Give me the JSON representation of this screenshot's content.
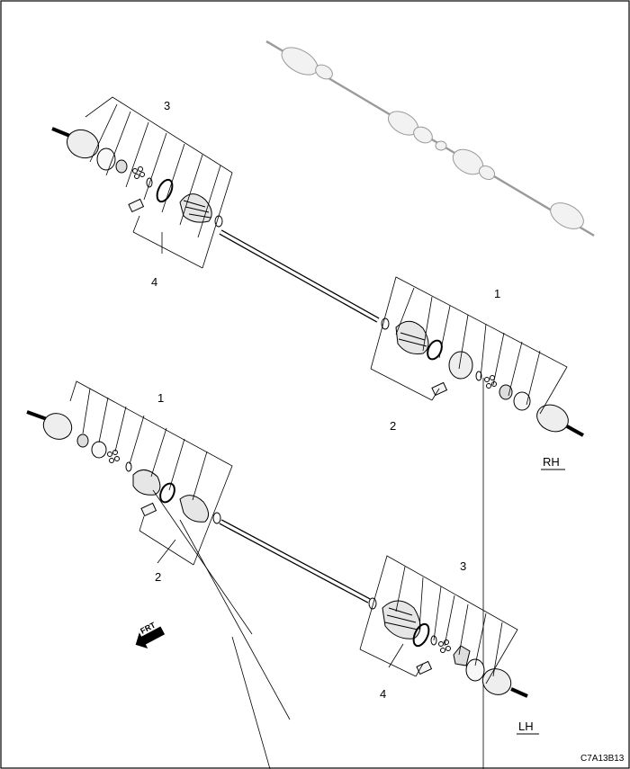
{
  "callouts": {
    "rh_top_3": "3",
    "rh_top_4": "4",
    "rh_right_1": "1",
    "rh_right_2": "2",
    "lh_left_1": "1",
    "lh_left_2": "2",
    "lh_right_3": "3",
    "lh_right_4": "4"
  },
  "side_labels": {
    "rh": "RH",
    "lh": "LH"
  },
  "front_arrow_label": "FRT",
  "figure_code": "C7A13B13",
  "colors": {
    "line": "#000000",
    "ghost": "#9a9a9a",
    "boot_fill": "#e6e6e6",
    "pad_fill": "#f4f4f4"
  }
}
